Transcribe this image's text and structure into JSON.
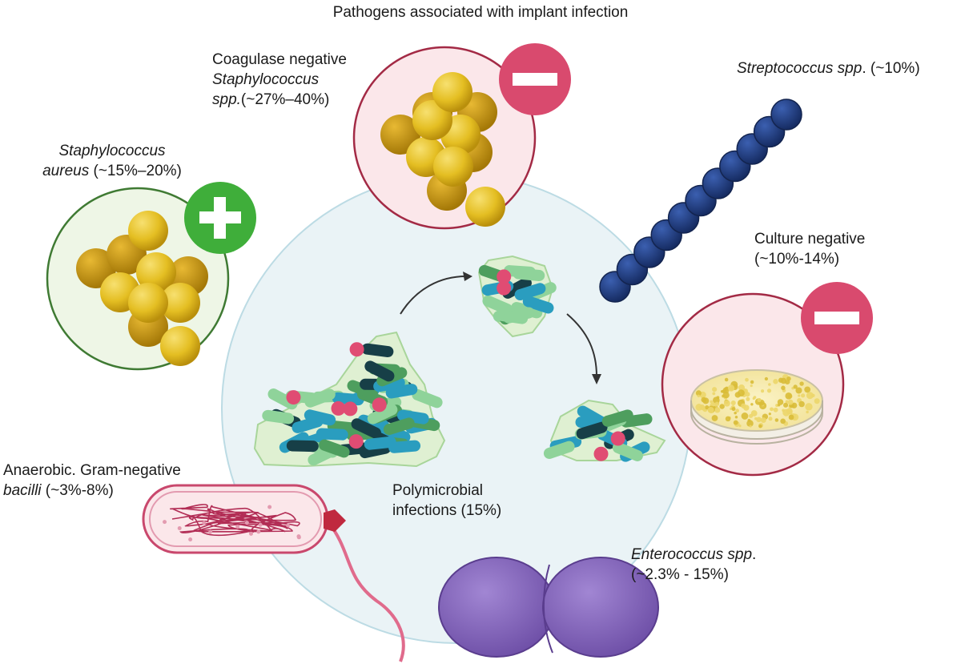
{
  "title": "Pathogens associated with implant infection",
  "pathogens": {
    "cons": {
      "line1": "Coagulase negative",
      "line2": "Staphylococcus",
      "line3_italic": "spp.",
      "line3_rest": "(~27%–40%)",
      "gram_sign": "minus",
      "color": "#d7b013"
    },
    "s_aureus": {
      "line1": "Staphylococcus",
      "line2_italic": "aureus",
      "line2_rest": " (~15%–20%)",
      "gram_sign": "plus",
      "color": "#d7b013"
    },
    "streptococcus": {
      "name_italic": "Streptococcus spp",
      "name_rest": ". (~10%)",
      "color": "#1f3a7a"
    },
    "culture_negative": {
      "line1": "Culture negative",
      "line2": "(~10%-14%)",
      "gram_sign": "minus"
    },
    "anaerobic": {
      "line1": "Anaerobic. Gram-negative",
      "line2_italic": "bacilli",
      "line2_rest": " (~3%-8%)",
      "color": "#e57b94"
    },
    "polymicrobial": {
      "line1": "Polymicrobial",
      "line2": "infections (15%)"
    },
    "enterococcus": {
      "line1_italic": "Enterococcus spp",
      "line1_rest": ".",
      "line2": "(~2.3% - 15%)",
      "color": "#8767b8"
    }
  },
  "colors": {
    "plus_badge": "#3fae3a",
    "minus_badge": "#d94a6e",
    "center_circle": "#eaf3f6",
    "biofilm_rod_dark": "#173f47",
    "biofilm_rod_teal": "#2a9dbf",
    "biofilm_rod_green": "#4e9e5e",
    "biofilm_rod_light": "#8fd39a",
    "biofilm_cocci": "#e04c73"
  }
}
